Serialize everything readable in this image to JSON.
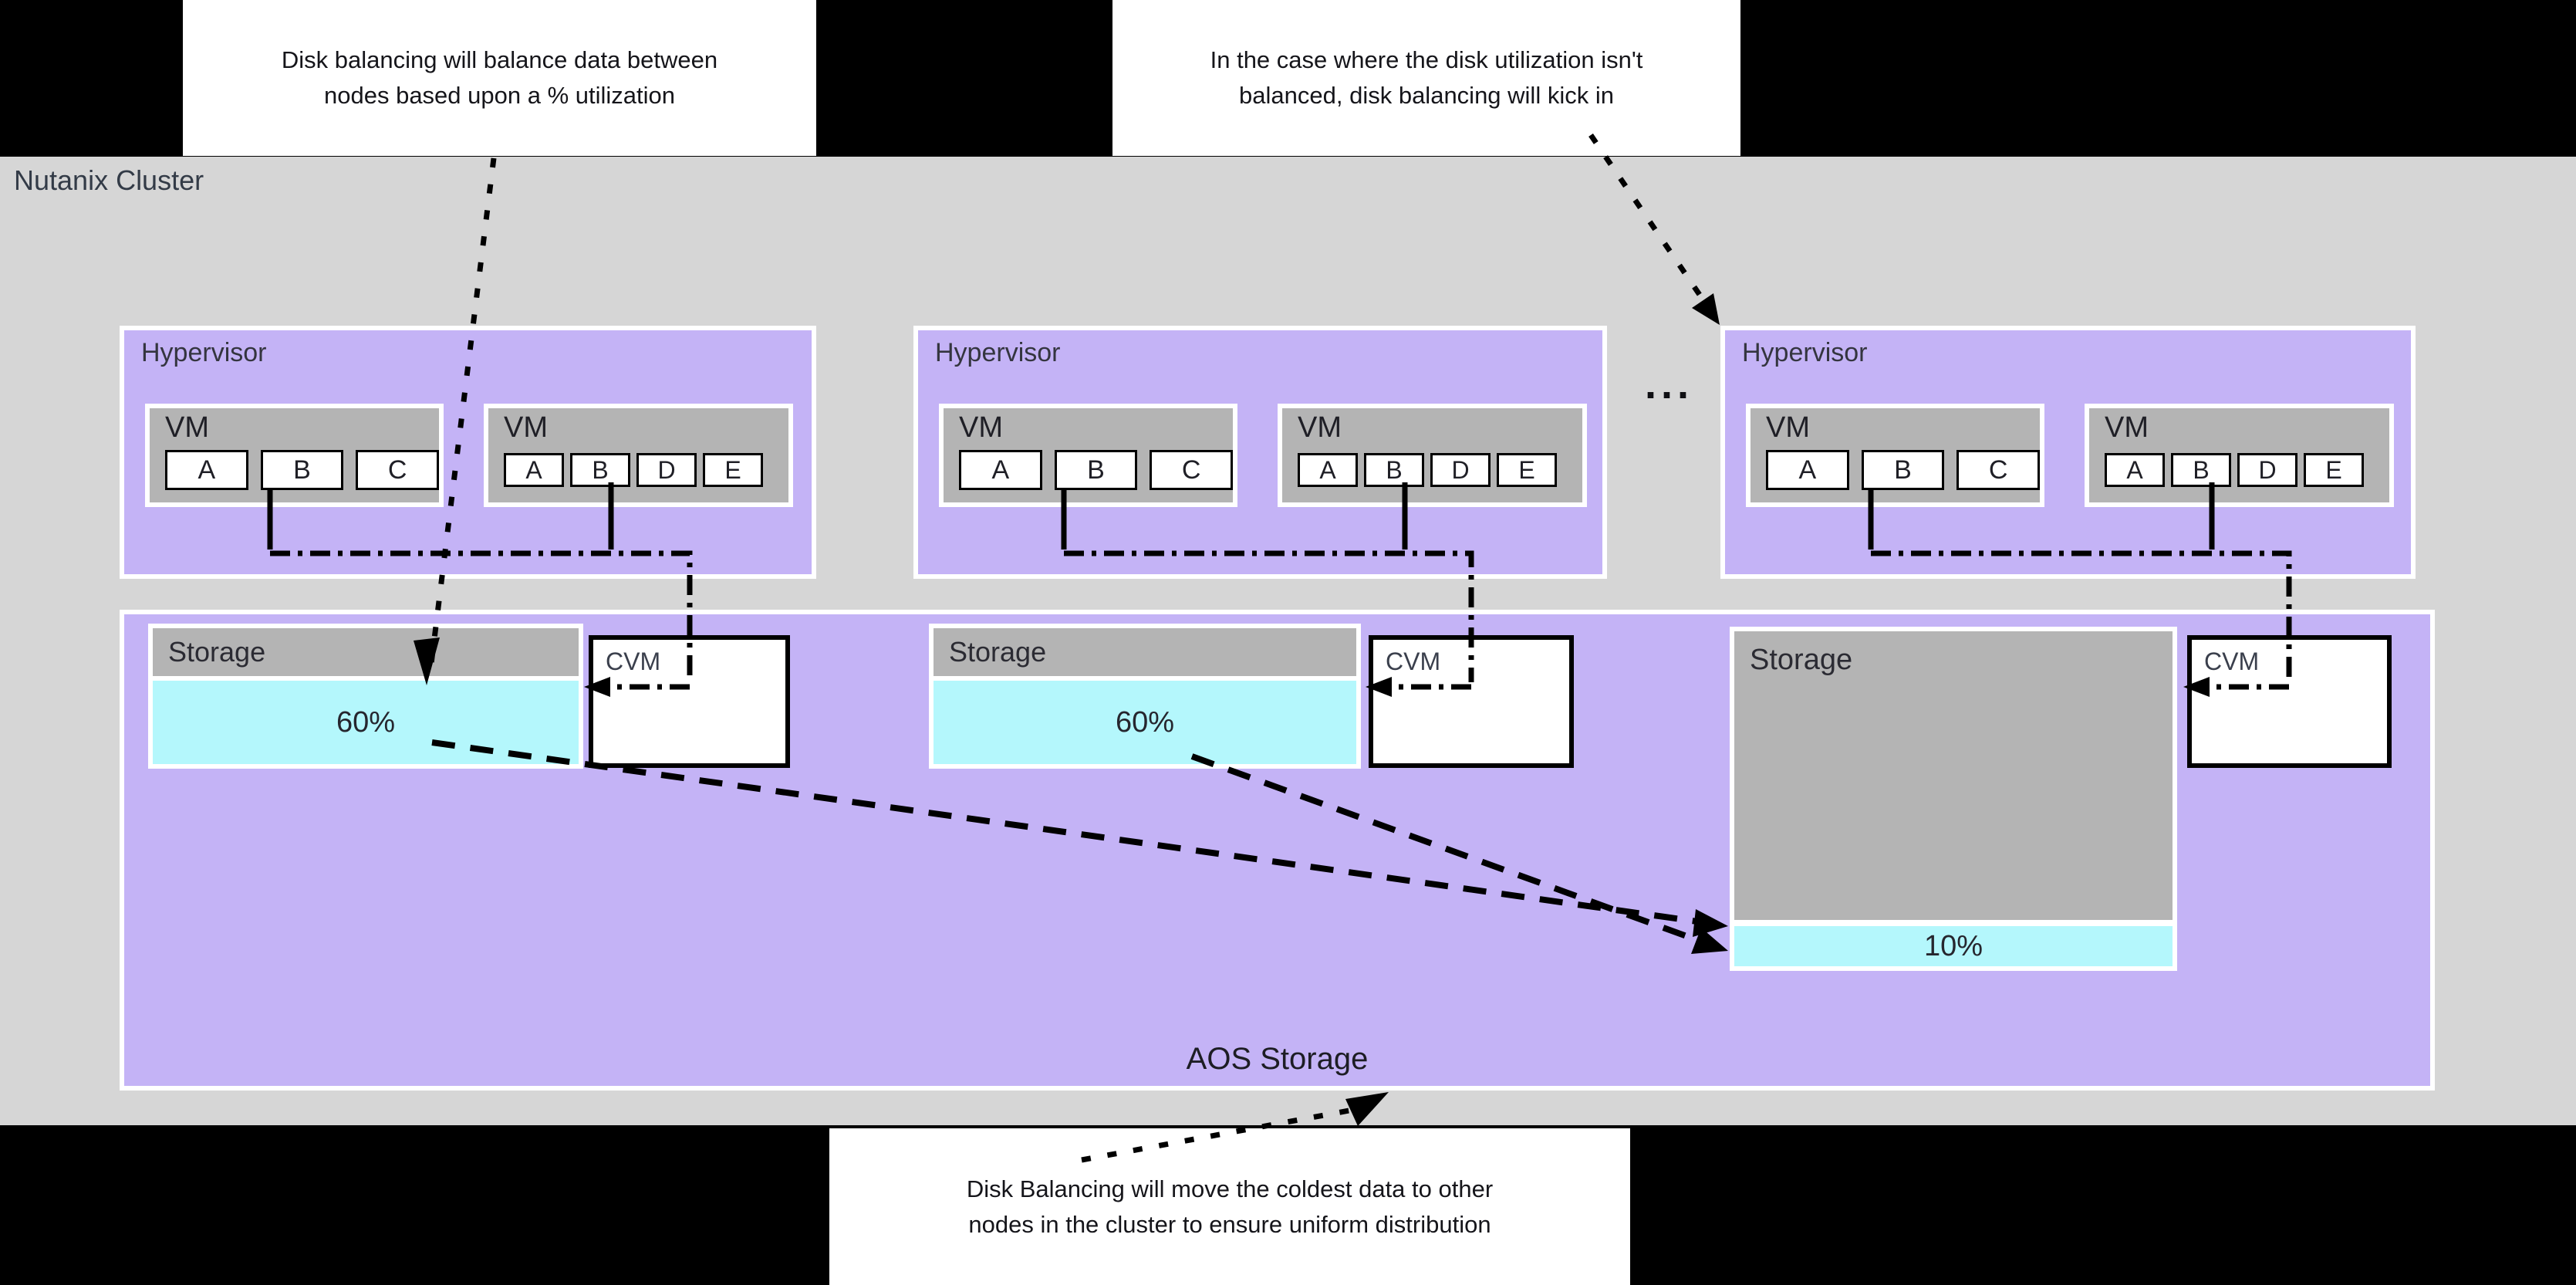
{
  "callouts": {
    "top_left": {
      "line1": "Disk balancing will balance data between",
      "line2": "nodes based upon a % utilization"
    },
    "top_right": {
      "line1": "In the case where the disk utilization isn't",
      "line2": "balanced, disk balancing will kick in"
    },
    "bottom": {
      "line1": "Disk Balancing will move the coldest data to other",
      "line2": "nodes in the cluster to ensure uniform distribution"
    }
  },
  "cluster": {
    "label": "Nutanix Cluster"
  },
  "aos": {
    "label": "AOS Storage"
  },
  "ellipsis": "...",
  "colors": {
    "background": "#000000",
    "cluster_gray": "#d6d6d6",
    "purple": "#c4b3f6",
    "box_gray": "#b4b4b4",
    "utilization_cyan": "#b4f7fc"
  },
  "nodes": [
    {
      "hypervisor_label": "Hypervisor",
      "vms": [
        {
          "label": "VM",
          "disks": [
            "A",
            "B",
            "C"
          ]
        },
        {
          "label": "VM",
          "disks": [
            "A",
            "B",
            "D",
            "E"
          ]
        }
      ],
      "storage_label": "Storage",
      "utilization": "60%",
      "cvm_label": "CVM"
    },
    {
      "hypervisor_label": "Hypervisor",
      "vms": [
        {
          "label": "VM",
          "disks": [
            "A",
            "B",
            "C"
          ]
        },
        {
          "label": "VM",
          "disks": [
            "A",
            "B",
            "D",
            "E"
          ]
        }
      ],
      "storage_label": "Storage",
      "utilization": "60%",
      "cvm_label": "CVM"
    },
    {
      "hypervisor_label": "Hypervisor",
      "vms": [
        {
          "label": "VM",
          "disks": [
            "A",
            "B",
            "C"
          ]
        },
        {
          "label": "VM",
          "disks": [
            "A",
            "B",
            "D",
            "E"
          ]
        }
      ],
      "storage_label": "Storage",
      "utilization": "10%",
      "cvm_label": "CVM"
    }
  ]
}
